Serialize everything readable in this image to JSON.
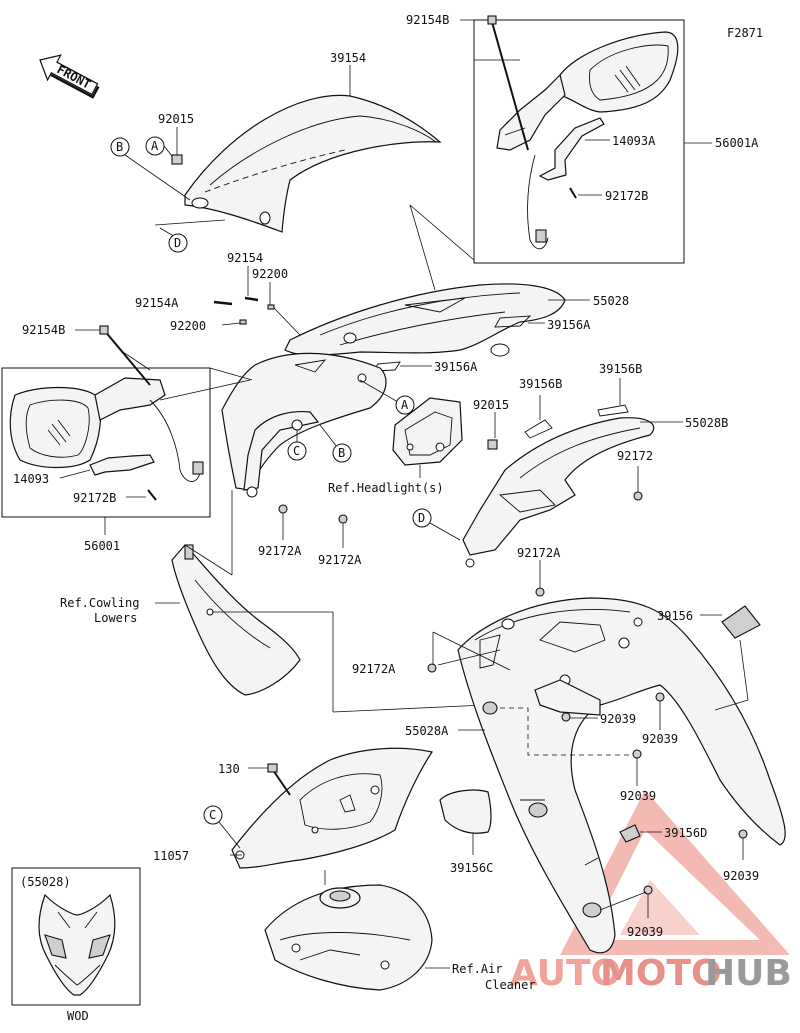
{
  "figure_code": "F2871",
  "front_label": "FRONT",
  "inset_label": "(55028)",
  "inset_caption": "WOD",
  "notes": {
    "headlight": "Ref.Headlight(s)",
    "cowling_lowers_1": "Ref.Cowling",
    "cowling_lowers_2": "Lowers",
    "air_cleaner_1": "Ref.Air",
    "air_cleaner_2": "Cleaner"
  },
  "callouts": {
    "A": "A",
    "B": "B",
    "C": "C",
    "D": "D"
  },
  "part_numbers": {
    "p39154": "39154",
    "p92015_a": "92015",
    "p92154B_top": "92154B",
    "p14093A": "14093A",
    "p56001A": "56001A",
    "p92172B_top": "92172B",
    "p92154": "92154",
    "p92200_a": "92200",
    "p92154A": "92154A",
    "p92200_b": "92200",
    "p55028": "55028",
    "p39156A_a": "39156A",
    "p39156A_b": "39156A",
    "p92154B_left": "92154B",
    "p14093": "14093",
    "p92172B_left": "92172B",
    "p56001": "56001",
    "p92172A_a": "92172A",
    "p92172A_b": "92172A",
    "p39156B_a": "39156B",
    "p39156B_b": "39156B",
    "p92015_b": "92015",
    "p55028B": "55028B",
    "p92172": "92172",
    "p92172A_c": "92172A",
    "p39156": "39156",
    "p92172A_d": "92172A",
    "p92039_a": "92039",
    "p92039_b": "92039",
    "p55028A": "55028A",
    "p130": "130",
    "p92039_c": "92039",
    "p39156D": "39156D",
    "p11057": "11057",
    "p39156C": "39156C",
    "p92039_d": "92039",
    "p92039_e": "92039"
  },
  "watermark": {
    "part1": "AUTO",
    "part2": "MOTO",
    "part3": "HUB",
    "color1": "#f0a39b",
    "color2": "#e8908a",
    "color3": "#9a9a9a"
  }
}
